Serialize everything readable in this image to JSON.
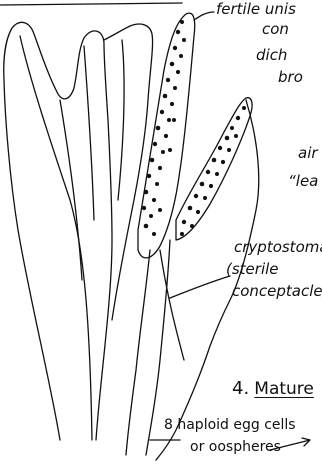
{
  "labels": {
    "fertile": "fertile unis",
    "con": "con",
    "dich": "dich",
    "bro": "bro",
    "air": "air",
    "lea": "“lea",
    "cryptostoma": "cryptostoma",
    "sterile": "(sterile",
    "conceptacle": "conceptacle)"
  },
  "heading": {
    "number": "4.",
    "word": "Mature"
  },
  "bottom": {
    "line1": "8 haploid egg cells",
    "line2": "or oospheres"
  },
  "colors": {
    "ink": "#111111",
    "paper": "#ffffff"
  }
}
